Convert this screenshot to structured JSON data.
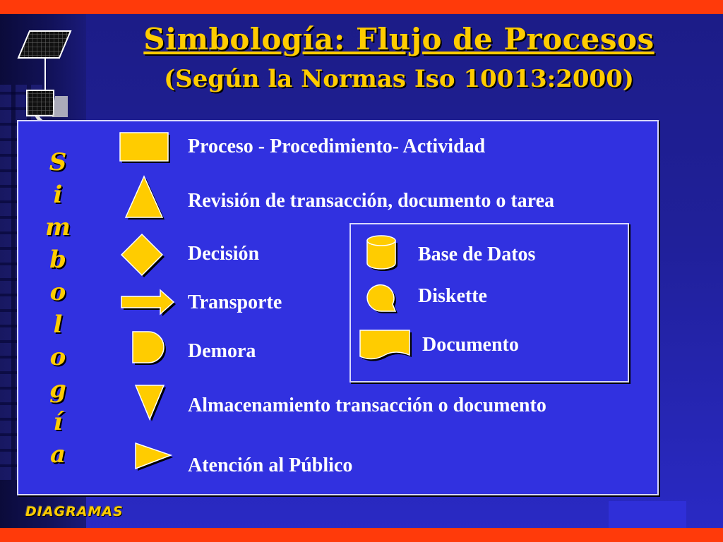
{
  "slide": {
    "title": "Simbología: Flujo de Procesos",
    "subtitle": "(Según la Normas Iso 10013:2000)",
    "vertical_title_letters": [
      "S",
      "i",
      "m",
      "b",
      "o",
      "l",
      "o",
      "g",
      "í",
      "a"
    ],
    "footer_tag": "DIAGRAMAS"
  },
  "symbols": {
    "proceso": {
      "label": "Proceso - Procedimiento- Actividad",
      "icon": "rectangle-icon"
    },
    "revision": {
      "label": "Revisión de transacción, documento o tarea",
      "icon": "triangle-up-icon"
    },
    "decision": {
      "label": "Decisión",
      "icon": "diamond-icon"
    },
    "transporte": {
      "label": "Transporte",
      "icon": "arrow-right-icon"
    },
    "demora": {
      "label": "Demora",
      "icon": "d-shape-icon"
    },
    "almacenamiento": {
      "label": "Almacenamiento transacción o documento",
      "icon": "triangle-down-icon"
    },
    "atencion": {
      "label": "Atención al Público",
      "icon": "triangle-right-icon"
    },
    "base_datos": {
      "label": "Base de Datos",
      "icon": "cylinder-icon"
    },
    "diskette": {
      "label": "Diskette",
      "icon": "diskette-icon"
    },
    "documento": {
      "label": "Documento",
      "icon": "document-icon"
    }
  },
  "colors": {
    "symbol_fill": "#ffcc00",
    "title": "#ffcc00",
    "panel": "#3131e0",
    "stripe": "#ff3a0a"
  }
}
